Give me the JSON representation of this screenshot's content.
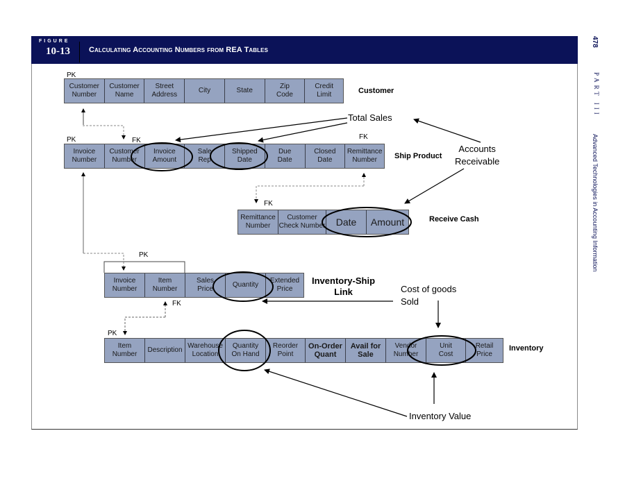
{
  "figure": {
    "label": "FIGURE",
    "number": "10-13",
    "title": "Calculating Accounting Numbers from REA Tables"
  },
  "margin": {
    "page_number": "478",
    "part": "PART III",
    "running_title": "Advanced Technologies in Accounting Information"
  },
  "tables": {
    "customer": {
      "name": "Customer",
      "pk_label": "PK",
      "columns": [
        "Customer\nNumber",
        "Customer\nName",
        "Street\nAddress",
        "City",
        "State",
        "Zip\nCode",
        "Credit\nLimit"
      ]
    },
    "ship_product": {
      "name": "Ship Product",
      "pk_label": "PK",
      "fk_label_1": "FK",
      "fk_label_2": "FK",
      "columns": [
        "Invoice\nNumber",
        "Customer\nNumber",
        "Invoice\nAmount",
        "Sale\nRep",
        "Shipped\nDate",
        "Due\nDate",
        "Closed\nDate",
        "Remittance\nNumber"
      ]
    },
    "receive_cash": {
      "name": "Receive Cash",
      "fk_label": "FK",
      "columns": [
        "Remittance\nNumber",
        "Customer\nCheck Number",
        "Date",
        "Amount"
      ]
    },
    "inventory_ship_link": {
      "name": "Inventory-Ship\nLink",
      "pk_label": "PK",
      "fk_label": "FK",
      "columns": [
        "Invoice\nNumber",
        "Item\nNumber",
        "Sales\nPrice",
        "Quantity",
        "Extended\nPrice"
      ]
    },
    "inventory": {
      "name": "Inventory",
      "pk_label": "PK",
      "columns": [
        "Item\nNumber",
        "Description",
        "Warehouse\nLocation",
        "Quantity\nOn Hand",
        "Reorder\nPoint",
        "On-Order\nQuant",
        "Avail for\nSale",
        "Vendor\nNumber",
        "Unit\nCost",
        "Retail\nPrice"
      ]
    }
  },
  "annotations": {
    "total_sales": "Total Sales",
    "accounts_receivable": "Accounts\nReceivable",
    "cost_of_goods_sold": "Cost of goods\nSold",
    "inventory_value": "Inventory Value"
  },
  "colors": {
    "header_bg": "#0b1258",
    "cell_fill": "#95a3c0"
  }
}
